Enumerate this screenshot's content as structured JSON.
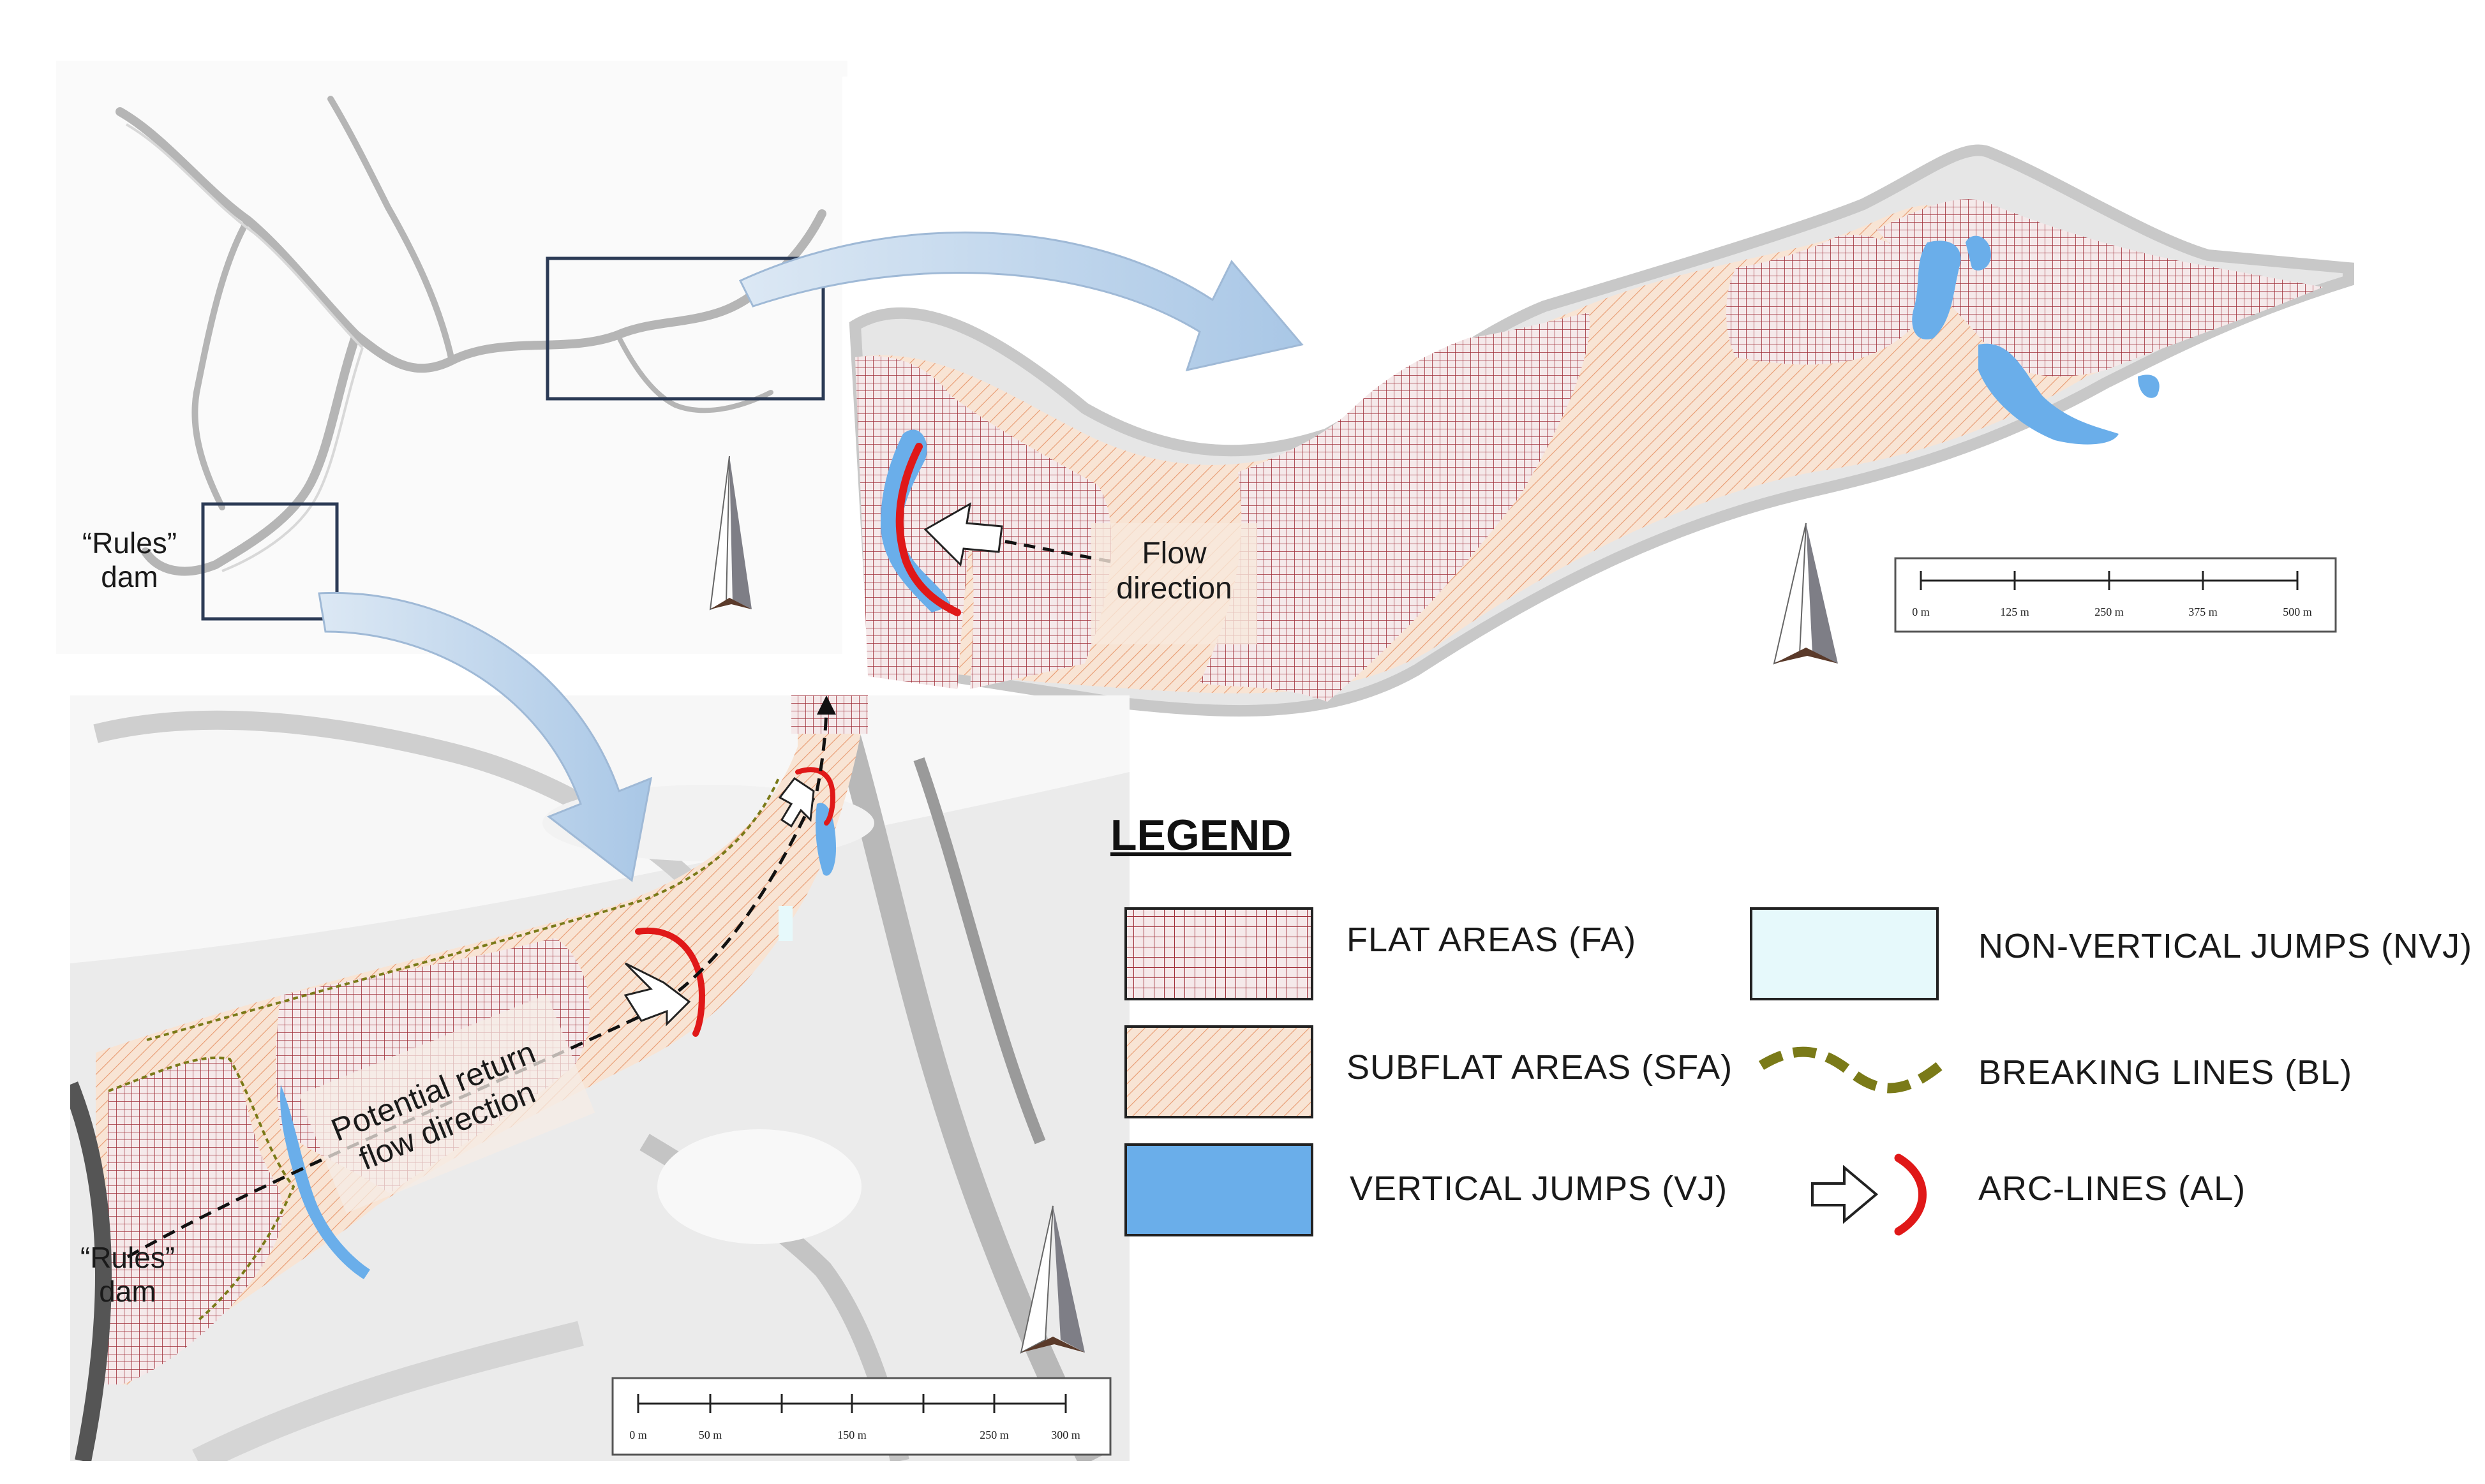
{
  "overview": {
    "dam_label_line1": "“Rules”",
    "dam_label_line2": "dam"
  },
  "upper_map": {
    "flow_label_line1": "Flow",
    "flow_label_line2": "direction",
    "scale_ticks": [
      "0 m",
      "125 m",
      "250 m",
      "375 m",
      "500 m"
    ]
  },
  "lower_map": {
    "return_flow_line1": "Potential return",
    "return_flow_line2": "flow direction",
    "dam_label_line1": "“Rules”",
    "dam_label_line2": "dam",
    "scale_ticks": [
      "0 m",
      "50 m",
      "150 m",
      "250 m",
      "300 m"
    ]
  },
  "legend": {
    "title": "LEGEND",
    "items": {
      "fa": "FLAT AREAS (FA)",
      "sfa": "SUBFLAT AREAS (SFA)",
      "vj": "VERTICAL JUMPS (VJ)",
      "nvj": "NON-VERTICAL JUMPS (NVJ)",
      "bl": "BREAKING LINES (BL)",
      "al": "ARC-LINES (AL)"
    }
  },
  "colors": {
    "flat_grid": "#a0303a",
    "subflat_hatch": "#e89a70",
    "subflat_fill": "#f8e4d4",
    "vertical_jump": "#6aaeea",
    "non_vertical_jump": "#e6f9fb",
    "breaking_line": "#7a7a18",
    "arc_line": "#e01818",
    "callout_arrow": "#b4cfe8"
  }
}
